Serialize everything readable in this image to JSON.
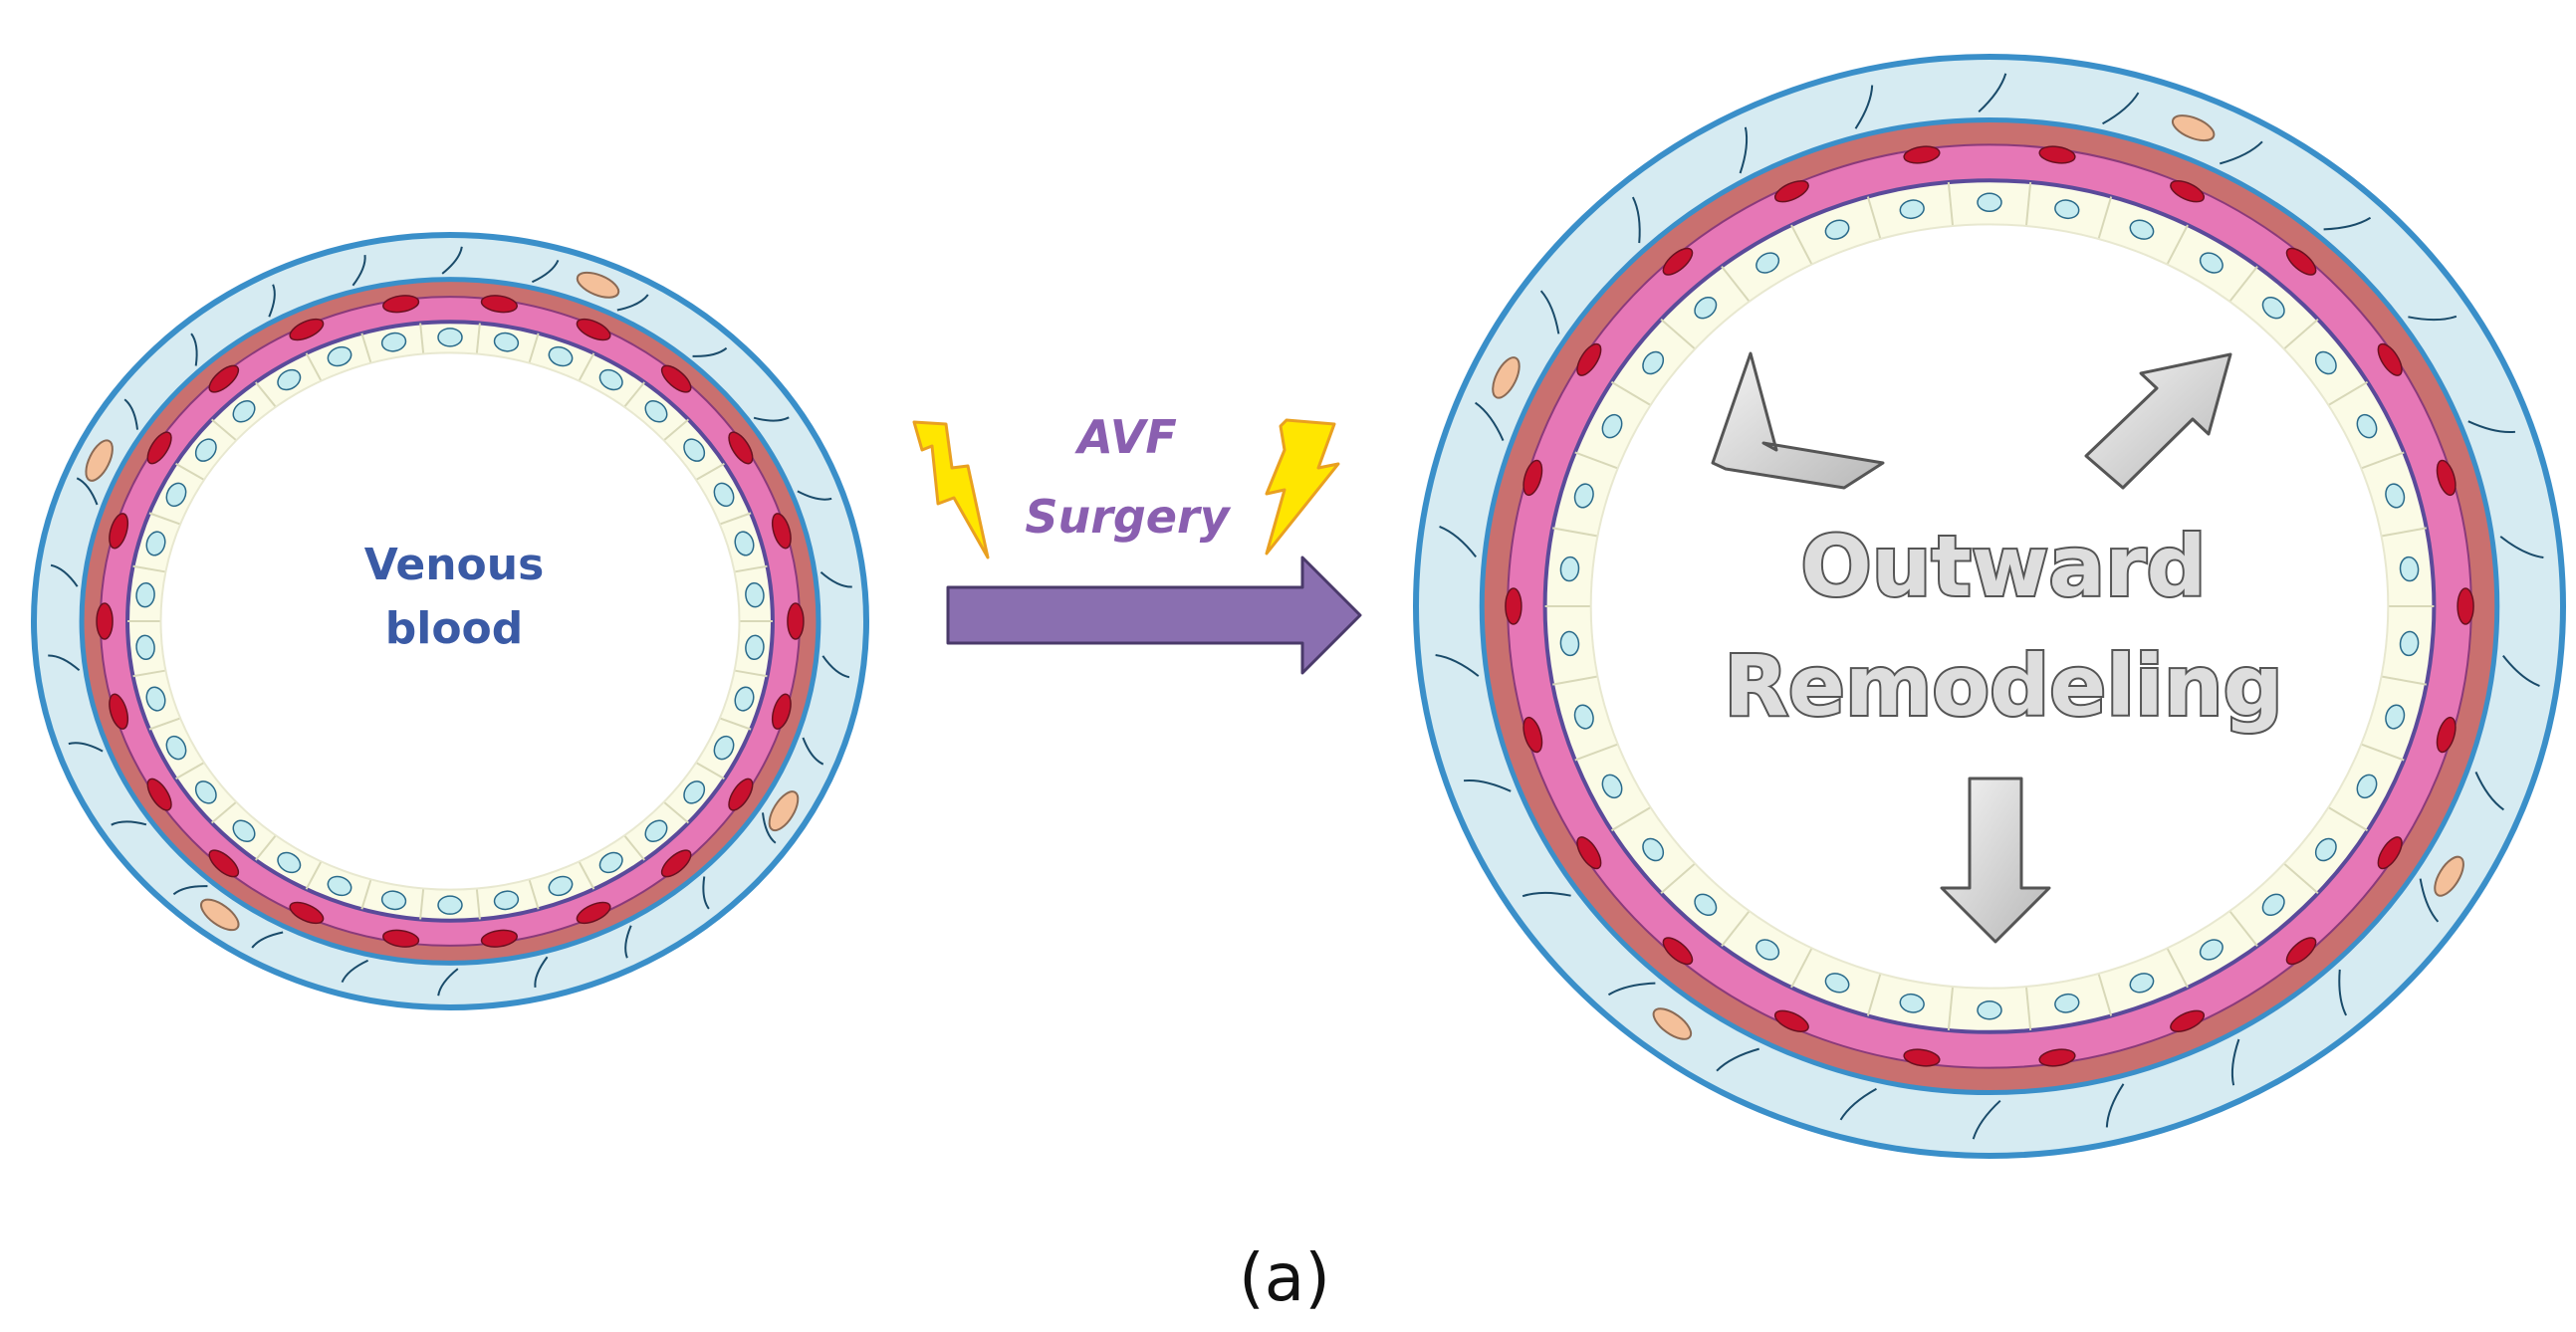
{
  "labels": {
    "venous_line1": "Venous",
    "venous_line2": "blood",
    "avf_line1": "AVF",
    "avf_line2": "Surgery",
    "remodel_line1": "Outward",
    "remodel_line2": "Remodeling",
    "caption": "(a)"
  },
  "colors": {
    "adventitia_fill": "#d6ebf2",
    "vessel_outline": "#3a8fc9",
    "media_outer": "#c9706f",
    "media_inner": "#e677b6",
    "smc_nucleus": "#c8102e",
    "endothelium_fill": "#fbfbe6",
    "endothelial_nucleus": "#c7ecf0",
    "fibroblast": "#f4c09a",
    "label_blue": "#3a5aa5",
    "label_purple": "#8a5fb0",
    "arrow_purple": "#8a6fb0",
    "lightning": "#ffe600",
    "remodel_arrow": "#dcdcdc"
  }
}
